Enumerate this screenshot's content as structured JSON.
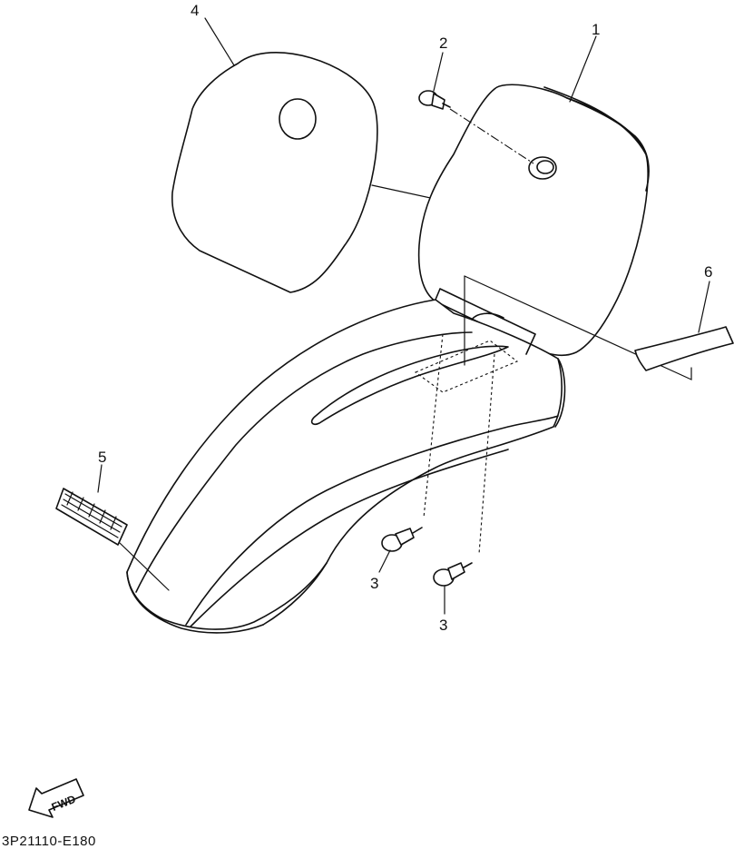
{
  "callouts": {
    "c1": "1",
    "c2": "2",
    "c3a": "3",
    "c3b": "3",
    "c4": "4",
    "c5": "5",
    "c6": "6"
  },
  "fwd_label": "FWD",
  "drawing_code": "3P21110-E180"
}
